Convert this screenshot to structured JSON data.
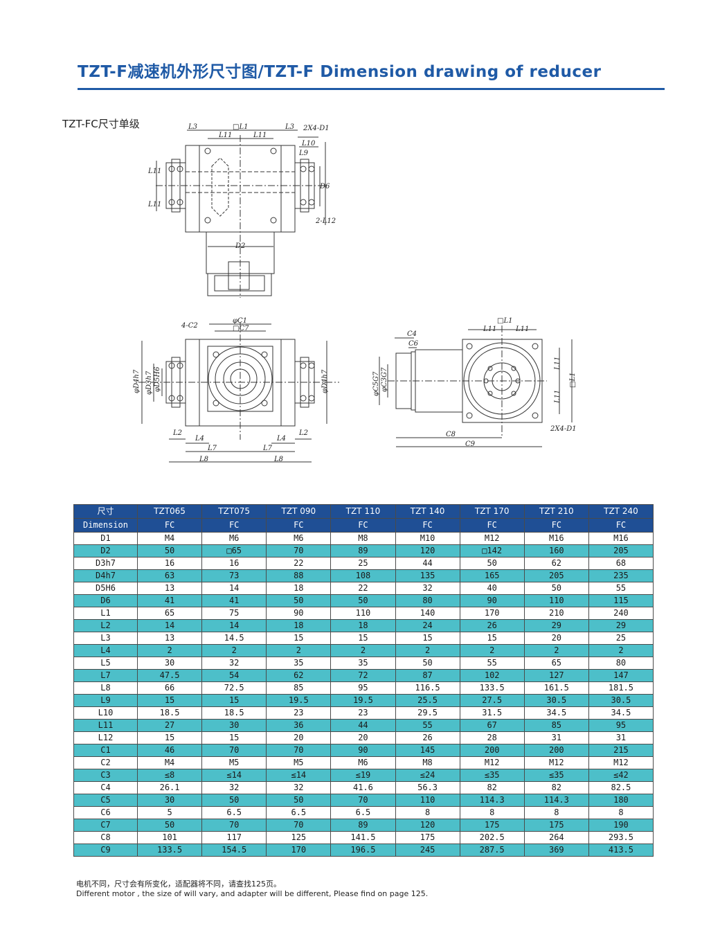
{
  "header": {
    "title": "TZT-F减速机外形尺寸图/TZT-F Dimension drawing of reducer",
    "subtitle": "TZT-FC尺寸单级"
  },
  "drawing_labels": {
    "top_view": [
      "L3",
      "□L1",
      "L3",
      "2X4-D1",
      "L11",
      "L11",
      "L10",
      "L9",
      "L11",
      "L11",
      "D6",
      "2-L12",
      "D2"
    ],
    "front_view": [
      "φC1",
      "□C7",
      "4-C2",
      "φD4h7",
      "φD3h7",
      "φD5H6",
      "φD4h7",
      "L2",
      "L4",
      "L4",
      "L2",
      "L7",
      "L7",
      "L8",
      "L8"
    ],
    "side_view": [
      "C4",
      "C6",
      "L11",
      "□L1",
      "L11",
      "φC5G7",
      "φC3G7",
      "L11",
      "L11",
      "□L1",
      "C8",
      "2X4-D1",
      "C9"
    ]
  },
  "table": {
    "header_row1": [
      "尺寸",
      "TZT065",
      "TZT075",
      "TZT 090",
      "TZT 110",
      "TZT 140",
      "TZT 170",
      "TZT 210",
      "TZT 240"
    ],
    "header_row2": [
      "Dimension",
      "FC",
      "FC",
      "FC",
      "FC",
      "FC",
      "FC",
      "FC",
      "FC"
    ],
    "rows": [
      [
        "D1",
        "M4",
        "M6",
        "M6",
        "M8",
        "M10",
        "M12",
        "M16",
        "M16"
      ],
      [
        "D2",
        "50",
        "□65",
        "70",
        "89",
        "120",
        "□142",
        "160",
        "205"
      ],
      [
        "D3h7",
        "16",
        "16",
        "22",
        "25",
        "44",
        "50",
        "62",
        "68"
      ],
      [
        "D4h7",
        "63",
        "73",
        "88",
        "108",
        "135",
        "165",
        "205",
        "235"
      ],
      [
        "D5H6",
        "13",
        "14",
        "18",
        "22",
        "32",
        "40",
        "50",
        "55"
      ],
      [
        "D6",
        "41",
        "41",
        "50",
        "50",
        "80",
        "90",
        "110",
        "115"
      ],
      [
        "L1",
        "65",
        "75",
        "90",
        "110",
        "140",
        "170",
        "210",
        "240"
      ],
      [
        "L2",
        "14",
        "14",
        "18",
        "18",
        "24",
        "26",
        "29",
        "29"
      ],
      [
        "L3",
        "13",
        "14.5",
        "15",
        "15",
        "15",
        "15",
        "20",
        "25"
      ],
      [
        "L4",
        "2",
        "2",
        "2",
        "2",
        "2",
        "2",
        "2",
        "2"
      ],
      [
        "L5",
        "30",
        "32",
        "35",
        "35",
        "50",
        "55",
        "65",
        "80"
      ],
      [
        "L7",
        "47.5",
        "54",
        "62",
        "72",
        "87",
        "102",
        "127",
        "147"
      ],
      [
        "L8",
        "66",
        "72.5",
        "85",
        "95",
        "116.5",
        "133.5",
        "161.5",
        "181.5"
      ],
      [
        "L9",
        "15",
        "15",
        "19.5",
        "19.5",
        "25.5",
        "27.5",
        "30.5",
        "30.5"
      ],
      [
        "L10",
        "18.5",
        "18.5",
        "23",
        "23",
        "29.5",
        "31.5",
        "34.5",
        "34.5"
      ],
      [
        "L11",
        "27",
        "30",
        "36",
        "44",
        "55",
        "67",
        "85",
        "95"
      ],
      [
        "L12",
        "15",
        "15",
        "20",
        "20",
        "26",
        "28",
        "31",
        "31"
      ],
      [
        "C1",
        "46",
        "70",
        "70",
        "90",
        "145",
        "200",
        "200",
        "215"
      ],
      [
        "C2",
        "M4",
        "M5",
        "M5",
        "M6",
        "M8",
        "M12",
        "M12",
        "M12"
      ],
      [
        "C3",
        "≤8",
        "≤14",
        "≤14",
        "≤19",
        "≤24",
        "≤35",
        "≤35",
        "≤42"
      ],
      [
        "C4",
        "26.1",
        "32",
        "32",
        "41.6",
        "56.3",
        "82",
        "82",
        "82.5"
      ],
      [
        "C5",
        "30",
        "50",
        "50",
        "70",
        "110",
        "114.3",
        "114.3",
        "180"
      ],
      [
        "C6",
        "5",
        "6.5",
        "6.5",
        "6.5",
        "8",
        "8",
        "8",
        "8"
      ],
      [
        "C7",
        "50",
        "70",
        "70",
        "89",
        "120",
        "175",
        "175",
        "190"
      ],
      [
        "C8",
        "101",
        "117",
        "125",
        "141.5",
        "175",
        "202.5",
        "264",
        "293.5"
      ],
      [
        "C9",
        "133.5",
        "154.5",
        "170",
        "196.5",
        "245",
        "287.5",
        "369",
        "413.5"
      ]
    ]
  },
  "footnote": {
    "line1": "电机不同，尺寸会有所变化，适配器将不同，请查找125页。",
    "line2": "Different motor , the size of will vary, and adapter will be different, Please find on page 125."
  },
  "colors": {
    "title_blue": "#1f5aa6",
    "table_header": "#1f4f95",
    "row_teal": "#4dbfc9"
  }
}
